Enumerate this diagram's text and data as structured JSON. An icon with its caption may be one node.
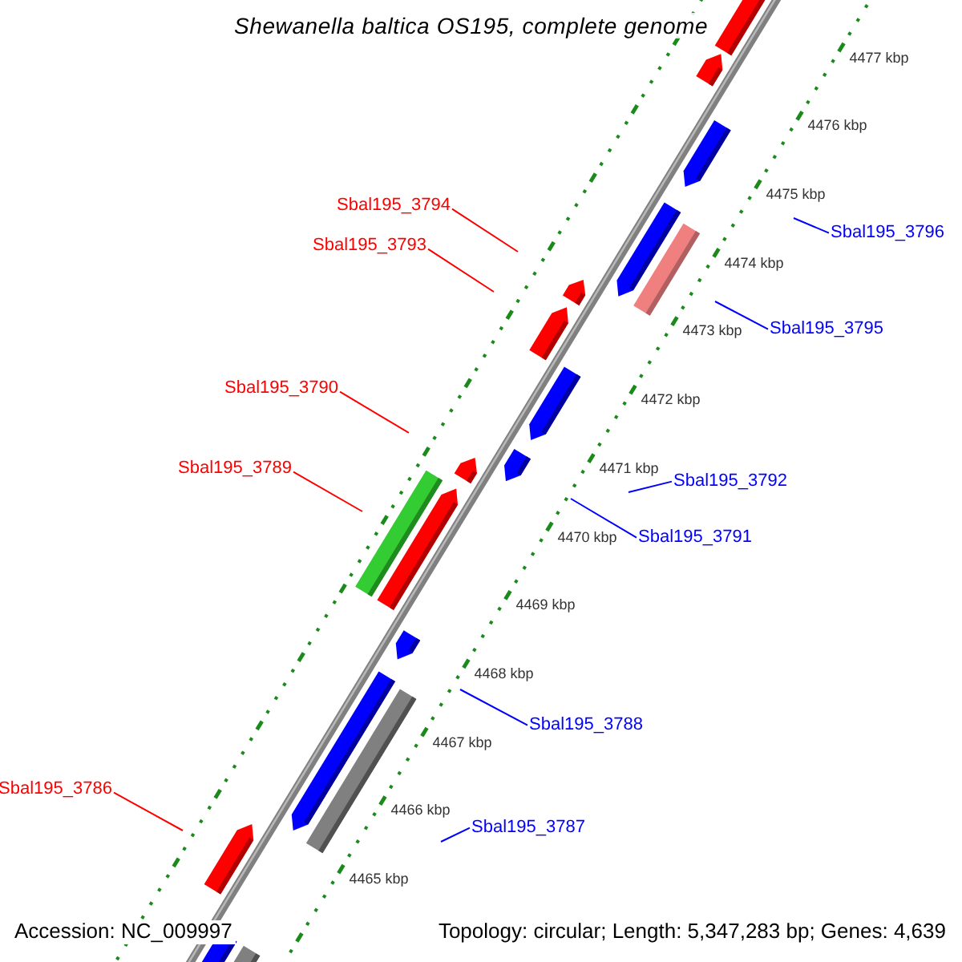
{
  "diagram": {
    "title": "Shewanella baltica OS195, complete genome",
    "nodes": [
      {
        "text": [
          "Sbal195_3794"
        ]
      },
      {
        "text": [
          "Sbal195_3796"
        ]
      },
      {
        "text": [
          "Sbal195_3793"
        ]
      },
      {
        "text": [
          "Sbal195_3795"
        ]
      },
      {
        "text": [
          "Sbal195_3790"
        ]
      },
      {
        "text": [
          "Sbal195_3789"
        ]
      },
      {
        "text": [
          "Sbal195_3792"
        ]
      },
      {
        "text": [
          "Sbal195_3791"
        ]
      },
      {
        "text": [
          "Sbal195_3788"
        ]
      },
      {
        "text": [
          "Sbal195_3786"
        ]
      },
      {
        "text": [
          "Sbal195_3787"
        ]
      }
    ],
    "edges": [
      {
        "from": 0,
        "to": null,
        "arrow": "none",
        "color": "#ff0000"
      },
      {
        "from": 1,
        "to": null,
        "arrow": "none"
      },
      {
        "from": 2,
        "to": null,
        "arrow": "none",
        "color": "#ff0000"
      },
      {
        "from": 3,
        "to": null,
        "arrow": "none"
      },
      {
        "from": 4,
        "to": null,
        "arrow": "none",
        "color": "#ff0000"
      },
      {
        "from": 5,
        "to": null,
        "arrow": "none",
        "color": "#ff0000"
      },
      {
        "from": 6,
        "to": null,
        "arrow": "none"
      },
      {
        "from": 7,
        "to": null,
        "arrow": "none"
      },
      {
        "from": 8,
        "to": null,
        "arrow": "none"
      },
      {
        "from": 9,
        "to": null,
        "arrow": "none",
        "color": "#ff0000"
      },
      {
        "from": 10,
        "to": null,
        "arrow": "none"
      }
    ],
    "labels": [
      "4477 kbp",
      "4476 kbp",
      "4475 kbp",
      "4474 kbp",
      "4473 kbp",
      "4472 kbp",
      "4471 kbp",
      "4470 kbp",
      "4469 kbp",
      "4468 kbp",
      "4467 kbp",
      "4466 kbp",
      "4465 kbp",
      "Accession: NC_009997",
      "Topology: circular; Length: 5,347,283 bp; Genes: 4,639"
    ]
  }
}
